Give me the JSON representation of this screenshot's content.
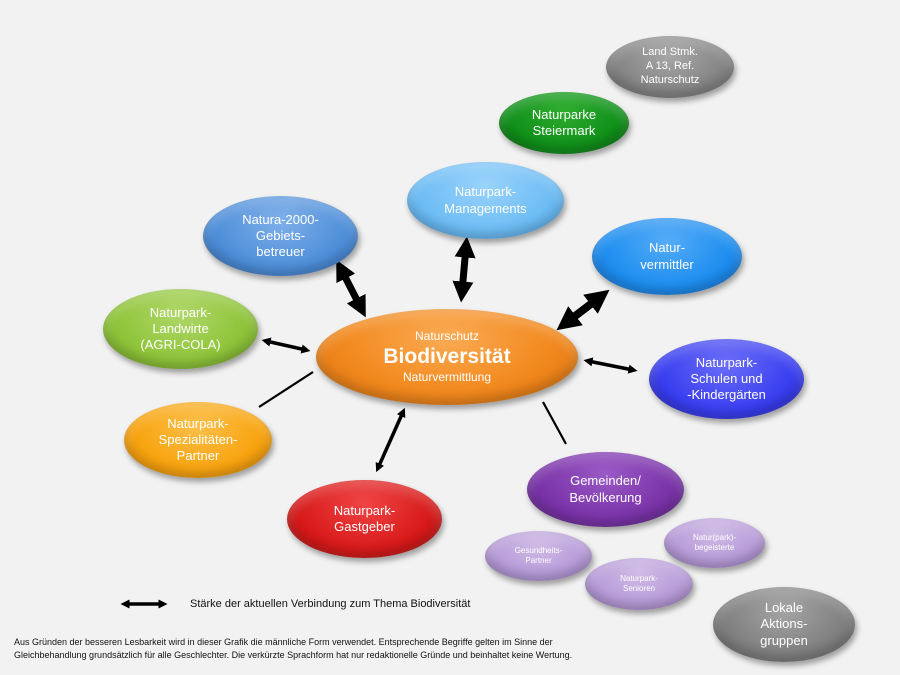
{
  "center": {
    "line1": "Naturschutz",
    "title": "Biodiversität",
    "line3": "Naturvermittlung",
    "color": "#f28a1f"
  },
  "nodes": [
    {
      "id": "land-stmk",
      "lines": [
        "Land Stmk.",
        "A 13, Ref.",
        "Naturschutz"
      ],
      "color": "#8a8a8a"
    },
    {
      "id": "naturparke-steiermark",
      "lines": [
        "Naturparke",
        "Steiermark"
      ],
      "color": "#0f8f10"
    },
    {
      "id": "naturpark-managements",
      "lines": [
        "Naturpark-",
        "Managements"
      ],
      "color": "#6fbef6"
    },
    {
      "id": "natura-2000",
      "lines": [
        "Natura-2000-",
        "Gebiets-",
        "betreuer"
      ],
      "color": "#4f8fd9"
    },
    {
      "id": "naturvermittler",
      "lines": [
        "Natur-",
        "vermittler"
      ],
      "color": "#1e8ef0"
    },
    {
      "id": "naturpark-landwirte",
      "lines": [
        "Naturpark-",
        "Landwirte",
        "(AGRI-COLA)"
      ],
      "color": "#8fc43a"
    },
    {
      "id": "naturpark-schulen",
      "lines": [
        "Naturpark-",
        "Schulen und",
        "-Kindergärten"
      ],
      "color": "#3a3ff0"
    },
    {
      "id": "spezialitaeten-partner",
      "lines": [
        "Naturpark-",
        "Spezialitäten-",
        "Partner"
      ],
      "color": "#f8a410"
    },
    {
      "id": "gemeinden",
      "lines": [
        "Gemeinden/",
        "Bevölkerung"
      ],
      "color": "#7a33a8"
    },
    {
      "id": "naturpark-gastgeber",
      "lines": [
        "Naturpark-",
        "Gastgeber"
      ],
      "color": "#d81a1a"
    },
    {
      "id": "gesundheits-partner",
      "lines": [
        "Gesundheits-",
        "Partner"
      ],
      "color": "#b79bd8"
    },
    {
      "id": "naturpark-begeisterte",
      "lines": [
        "Natur(park)-",
        "begeisterte"
      ],
      "color": "#b79bd8"
    },
    {
      "id": "naturpark-senioren",
      "lines": [
        "Naturpark-",
        "Senioren"
      ],
      "color": "#b79bd8"
    },
    {
      "id": "lokale-aktionsgruppen",
      "lines": [
        "Lokale",
        "Aktions-",
        "gruppen"
      ],
      "color": "#808080"
    }
  ],
  "connections": [
    {
      "to": "natura-2000",
      "strength": "strong"
    },
    {
      "to": "naturpark-managements",
      "strength": "strong"
    },
    {
      "to": "naturvermittler",
      "strength": "strong"
    },
    {
      "to": "naturpark-landwirte",
      "strength": "medium"
    },
    {
      "to": "naturpark-schulen",
      "strength": "medium"
    },
    {
      "to": "naturpark-gastgeber",
      "strength": "medium"
    },
    {
      "to": "spezialitaeten-partner",
      "strength": "line"
    },
    {
      "to": "gemeinden",
      "strength": "line"
    }
  ],
  "legend": {
    "text": "Stärke der aktuellen Verbindung zum Thema Biodiversität"
  },
  "footnote": {
    "line1": "Aus Gründen der besseren Lesbarkeit wird in dieser Grafik die männliche Form verwendet. Entsprechende Begriffe gelten im Sinne der",
    "line2": "Gleichbehandlung grundsätzlich für alle Geschlechter. Die verkürzte Sprachform hat nur redaktionelle Gründe und beinhaltet keine Wertung."
  }
}
